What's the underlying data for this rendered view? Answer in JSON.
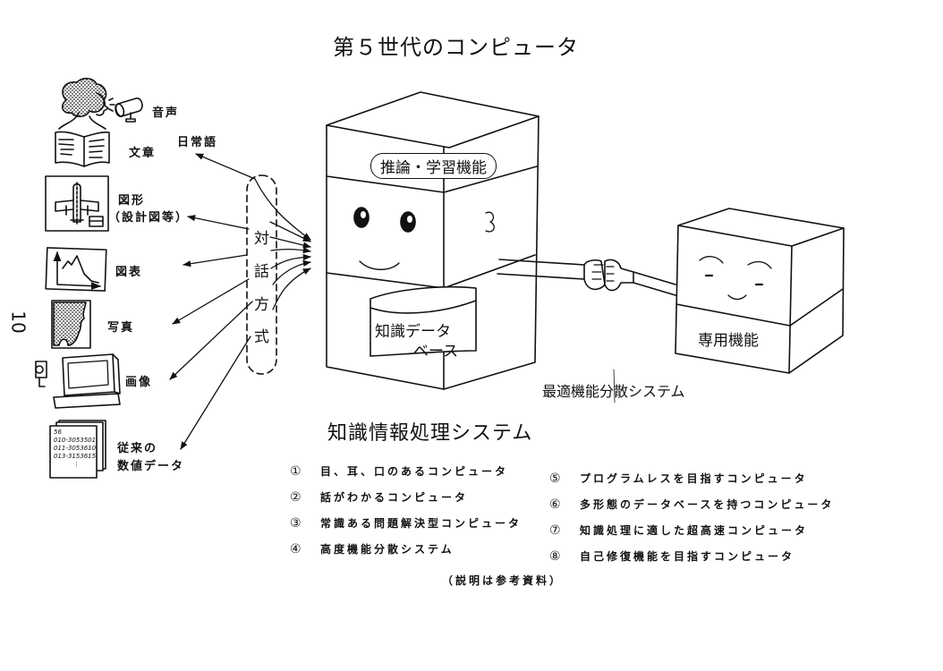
{
  "title": "第５世代のコンピュータ",
  "page_number": "10",
  "inputs": [
    {
      "id": "voice",
      "label": "音声",
      "icon": "microphone-icon"
    },
    {
      "id": "text",
      "label": "文章",
      "icon": "book-icon"
    },
    {
      "id": "figure",
      "label_line1": "図形",
      "label_line2": "（設計図等）",
      "icon": "blueprint-icon"
    },
    {
      "id": "chart",
      "label": "図表",
      "icon": "chart-icon"
    },
    {
      "id": "photo",
      "label": "写真",
      "icon": "photo-icon"
    },
    {
      "id": "image",
      "label": "画像",
      "icon": "monitor-camera-icon"
    },
    {
      "id": "numeric",
      "label_line1": "従来の",
      "label_line2": "数値データ",
      "icon": "data-sheets-icon"
    }
  ],
  "everyday_language": "日常語",
  "dialogue_method": [
    "対",
    "話",
    "方",
    "式"
  ],
  "main_cube": {
    "top_band": "推論・学習機能",
    "database_line1": "知識データ",
    "database_line2": "ベース"
  },
  "small_cube": {
    "label": "専用機能"
  },
  "distribution_label": "最適機能分散システム",
  "system_title": "知識情報処理システム",
  "features_left": [
    {
      "num": "①",
      "text": "目、耳、口のあるコンピュータ"
    },
    {
      "num": "②",
      "text": "話がわかるコンピュータ"
    },
    {
      "num": "③",
      "text": "常識ある問題解決型コンピュータ"
    },
    {
      "num": "④",
      "text": "高度機能分散システム"
    }
  ],
  "features_right": [
    {
      "num": "⑤",
      "text": "プログラムレスを目指すコンピュータ"
    },
    {
      "num": "⑥",
      "text": "多形態のデータベースを持つコンピュータ"
    },
    {
      "num": "⑦",
      "text": "知識処理に適した超高速コンピュータ"
    },
    {
      "num": "⑧",
      "text": "自己修復機能を目指すコンピュータ"
    }
  ],
  "footnote": "（説明は参考資料）",
  "numeric_sheet": {
    "header": "56",
    "rows": [
      "010-3053501",
      "011-3053610",
      "013-3153615",
      "⋮"
    ]
  }
}
